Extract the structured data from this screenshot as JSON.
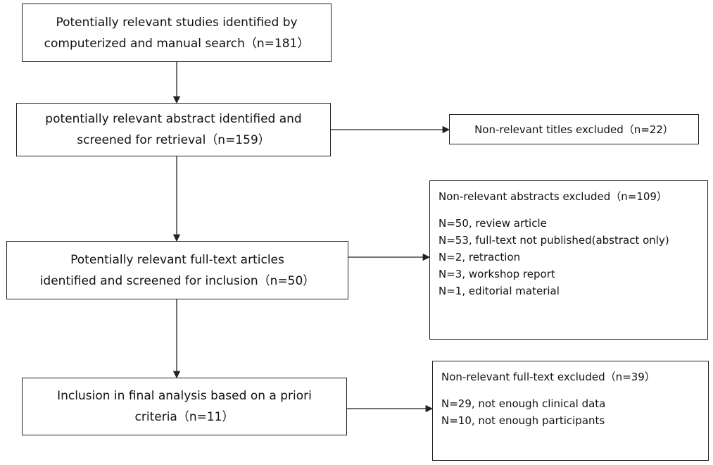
{
  "flow": {
    "box1": {
      "lines": [
        "Potentially relevant studies identified by",
        "computerized and manual search（n=181）"
      ]
    },
    "box2": {
      "lines": [
        "potentially relevant abstract identified and",
        "screened for retrieval（n=159）"
      ]
    },
    "box3": {
      "lines": [
        "Potentially relevant full-text articles",
        "identified and screened for inclusion（n=50）"
      ]
    },
    "box4": {
      "lines": [
        "Inclusion in final analysis based on a priori",
        "criteria（n=11）"
      ]
    },
    "excl1": {
      "title": "Non-relevant titles excluded（n=22）"
    },
    "excl2": {
      "title": "Non-relevant abstracts excluded（n=109）",
      "items": [
        "N=50, review article",
        "N=53, full-text not published(abstract only)",
        "N=2, retraction",
        "N=3, workshop report",
        "N=1, editorial material"
      ]
    },
    "excl3": {
      "title": "Non-relevant full-text excluded（n=39）",
      "items": [
        "N=29, not enough clinical data",
        "N=10, not enough participants"
      ]
    }
  }
}
